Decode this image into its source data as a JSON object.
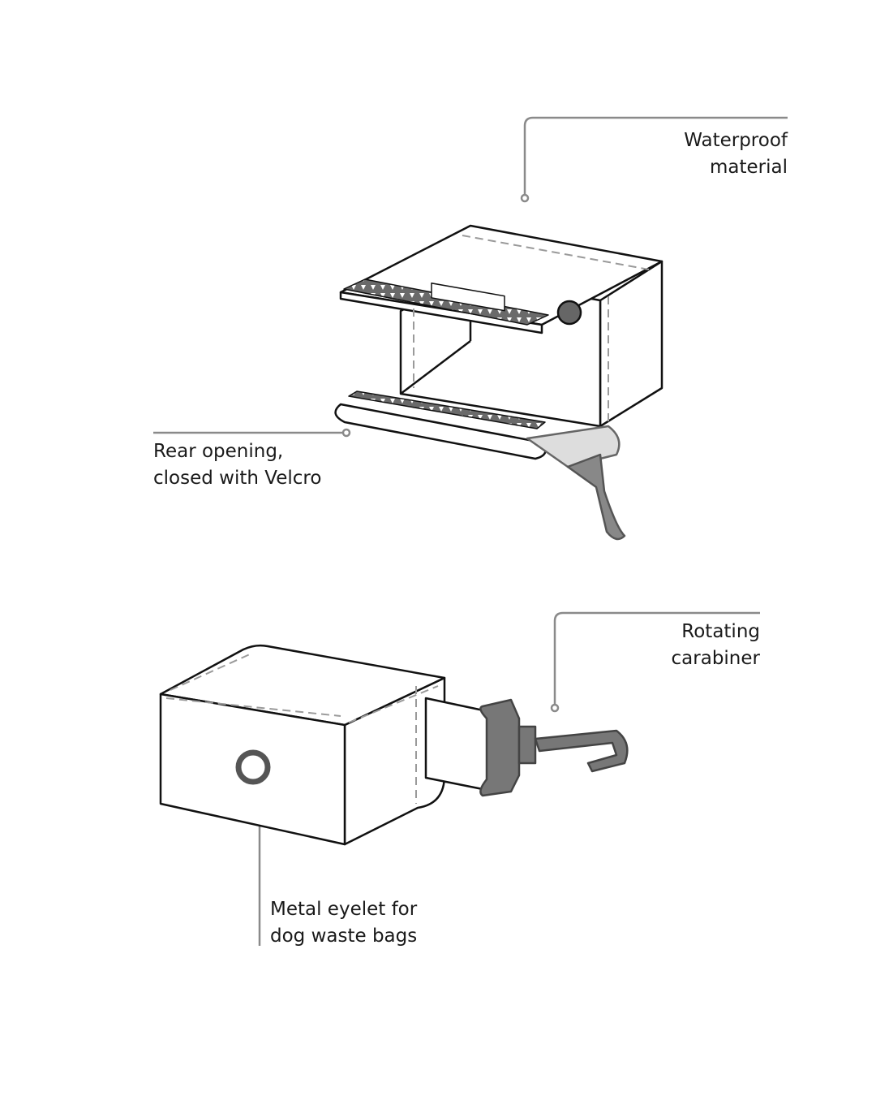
{
  "labels": {
    "waterproof": {
      "line1": "Waterproof",
      "line2": "material"
    },
    "rear_opening": {
      "line1": "Rear opening,",
      "line2": "closed with Velcro"
    },
    "carabiner": {
      "line1": "Rotating",
      "line2": "carabiner"
    },
    "eyelet": {
      "line1": "Metal eyelet for",
      "line2": "dog waste bags"
    }
  },
  "colors": {
    "leader": "#8a8a8a",
    "outline": "#111111",
    "hardware": "#707070",
    "dashed": "#9a9a9a"
  }
}
